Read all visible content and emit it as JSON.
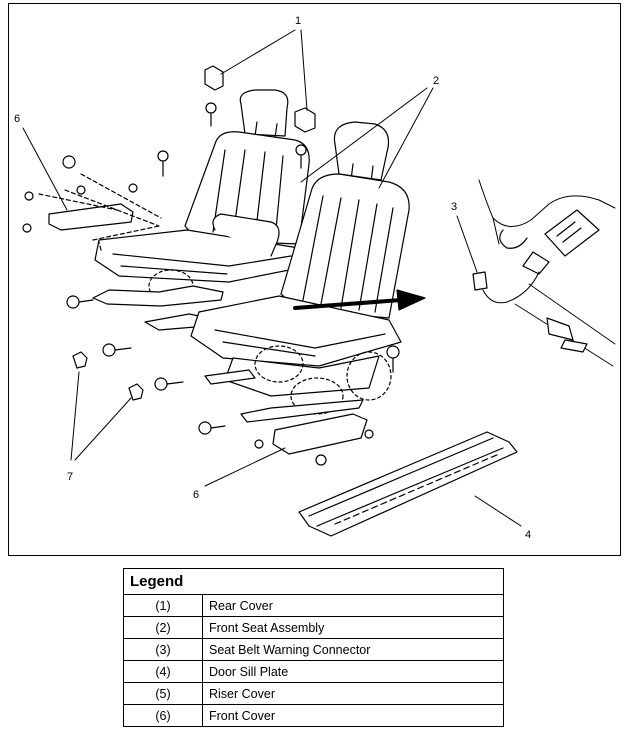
{
  "figure": {
    "callouts": {
      "c1": "1",
      "c2": "2",
      "c3": "3",
      "c4": "4",
      "c6a": "6",
      "c6b": "6",
      "c7": "7"
    }
  },
  "legend": {
    "title": "Legend",
    "rows": [
      {
        "num": "(1)",
        "label": "Rear Cover"
      },
      {
        "num": "(2)",
        "label": "Front Seat Assembly"
      },
      {
        "num": "(3)",
        "label": "Seat Belt Warning Connector"
      },
      {
        "num": "(4)",
        "label": "Door Sill Plate"
      },
      {
        "num": "(5)",
        "label": "Riser Cover"
      },
      {
        "num": "(6)",
        "label": "Front Cover"
      }
    ]
  }
}
